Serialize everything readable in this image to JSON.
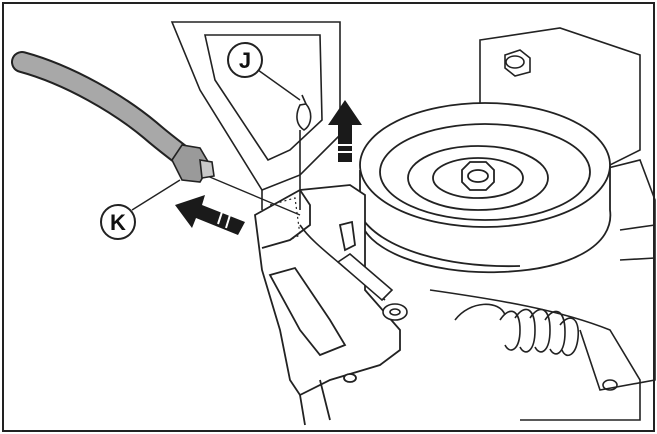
{
  "callouts": [
    {
      "id": "J",
      "label": "J"
    },
    {
      "id": "K",
      "label": "K"
    }
  ],
  "colors": {
    "line": "#1a1a1a",
    "cable_gray": "#a8a8a8",
    "arrow": "#1a1a1a",
    "background": "#ffffff"
  }
}
